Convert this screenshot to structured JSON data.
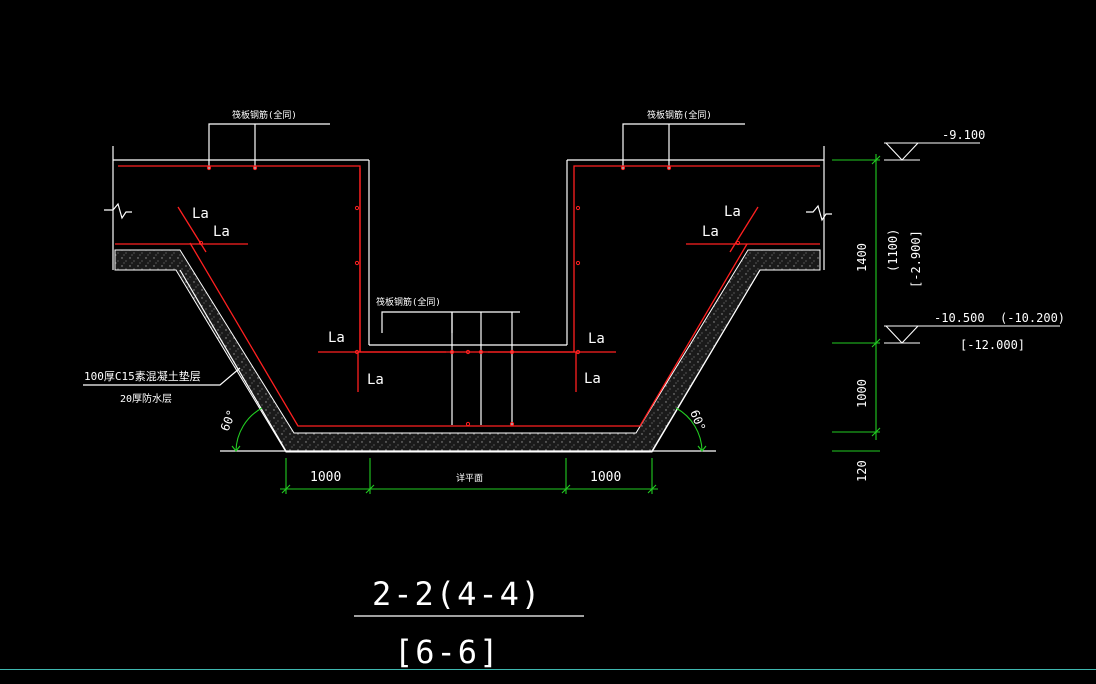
{
  "labels": {
    "rebar_note_left": "筏板钢筋(全同)",
    "rebar_note_right": "筏板钢筋(全同)",
    "rebar_note_center": "筏板钢筋(全同)",
    "la": "La",
    "cushion_1": "100厚C15素混凝土垫层",
    "cushion_2": "20厚防水层",
    "angle": "60°",
    "bottom_width": "详平面"
  },
  "elevations": {
    "top": "-9.100",
    "pit_top": "-10.500",
    "pit_top_alt": "(-10.200)",
    "pit_top_alt2": "[-12.000]",
    "depth_main": "1400",
    "depth_alt": "(1100)",
    "depth_alt2": "[-2.900]",
    "pit_depth": "1000",
    "slab": "120"
  },
  "dimensions": {
    "left": "1000",
    "right": "1000"
  },
  "title": {
    "main": "2-2(4-4)",
    "sub": "[6-6]"
  },
  "colors": {
    "background": "#000000",
    "outline": "#ffffff",
    "rebar": "#ff2020",
    "dimension": "#22cc22",
    "bottom_rule": "#3fb8b0"
  }
}
